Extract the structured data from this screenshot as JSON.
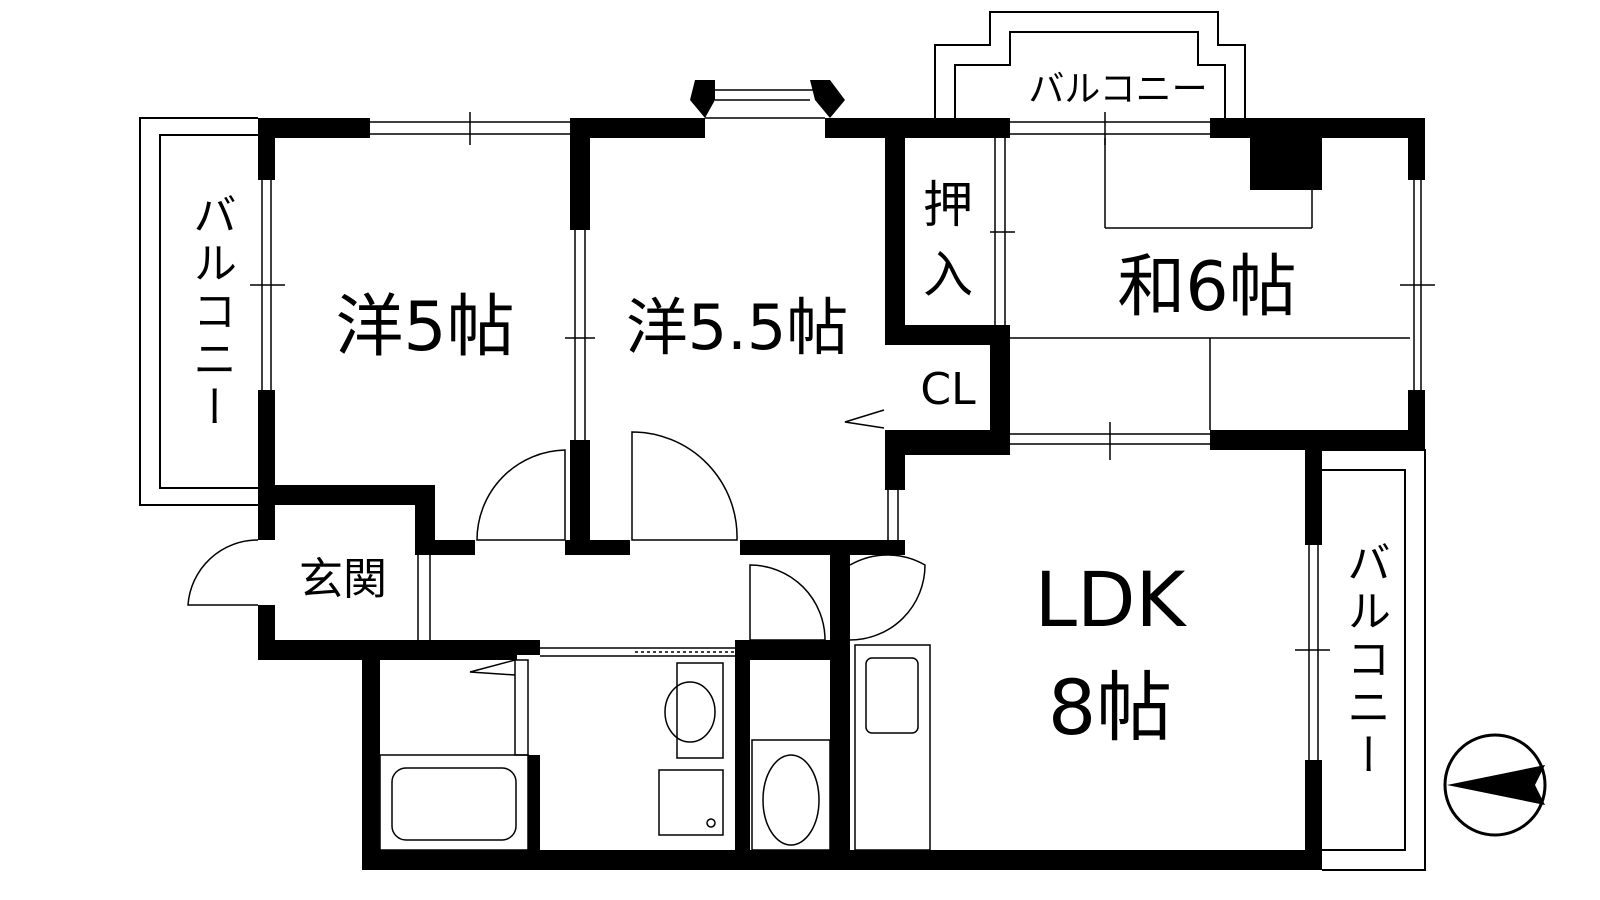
{
  "rooms": {
    "western1": "洋5帖",
    "western2": "洋5.5帖",
    "japanese": "和6帖",
    "closet_oshiire_1": "押",
    "closet_oshiire_2": "入",
    "closet": "CL",
    "ldk_name": "LDK",
    "ldk_size": "8帖",
    "entrance": "玄関",
    "balcony_top": "バルコニー",
    "balcony_left": "バルコニー",
    "balcony_right": "バルコニー"
  },
  "compass": {
    "icon": "north-arrow-icon",
    "direction": "left"
  }
}
